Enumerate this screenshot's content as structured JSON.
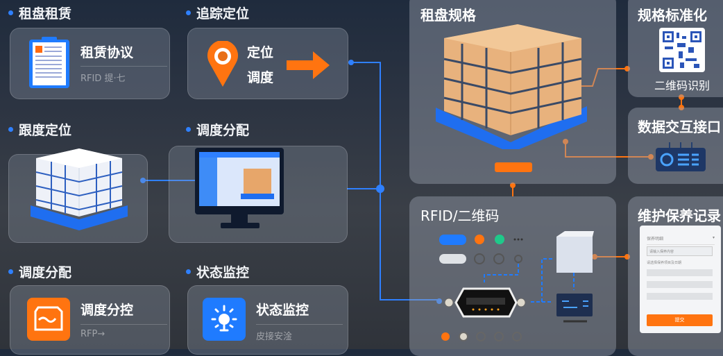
{
  "sections": {
    "lease": {
      "label": "租盘租赁",
      "title": "租赁协议",
      "subtitle": "RFID 提·七",
      "icon": "clipboard-icon"
    },
    "tracking": {
      "label": "追踪定位",
      "line1": "定位",
      "line2": "调度",
      "icon": "location-pin-icon"
    },
    "positioning": {
      "label": "跟度定位",
      "icon": "pallet-icon"
    },
    "dispatch": {
      "label": "调度分配",
      "icon": "monitor-icon"
    },
    "dispatch_control": {
      "label": "调度分配",
      "title": "调度分控",
      "subtitle": "RFP→",
      "icon": "wave-box-icon"
    },
    "status": {
      "label": "状态监控",
      "title": "状态监控",
      "subtitle": "皮接安淦",
      "icon": "sun-lamp-icon"
    }
  },
  "panels": {
    "spec": {
      "title": "租盘规格"
    },
    "standard": {
      "title": "规格标准化",
      "caption": "二维码识别",
      "icon": "qr-code-icon"
    },
    "interface": {
      "title": "数据交互接口",
      "icon": "router-icon"
    },
    "rfid": {
      "title": "RFID/二维码",
      "icon": "connector-icon"
    },
    "maintenance": {
      "title": "维护保养记录",
      "form": {
        "select": "保养明细",
        "input": "请输入保养内容",
        "hint": "请选择保养项目及日期",
        "submit": "提交"
      }
    }
  },
  "colors": {
    "accent_blue": "#2f80ff",
    "accent_orange": "#ff7410",
    "green": "#1fc98a"
  }
}
